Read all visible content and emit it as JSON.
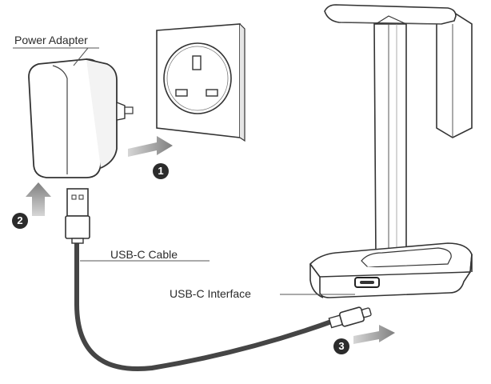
{
  "labels": {
    "power_adapter": "Power Adapter",
    "usb_c_cable": "USB-C Cable",
    "usb_c_interface": "USB-C Interface"
  },
  "steps": [
    "1",
    "2",
    "3"
  ],
  "colors": {
    "ink": "#2b2b2b",
    "cable": "#4a4a4a",
    "arrow": "#8c8c8c",
    "line": "#555555",
    "fill": "#ffffff"
  },
  "icons": {
    "adapter": "power-adapter-icon",
    "socket": "uk-wall-socket-icon",
    "stand": "headphone-stand-icon",
    "usb_a": "usb-a-connector-icon",
    "usb_c": "usb-c-connector-icon"
  }
}
